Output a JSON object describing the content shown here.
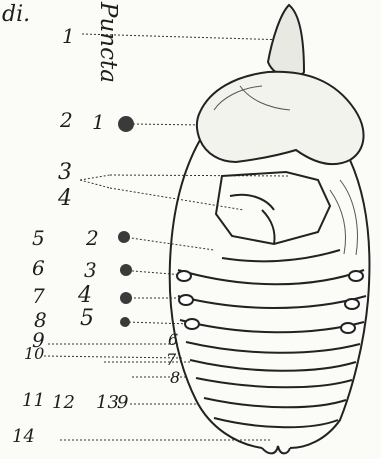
{
  "figure": {
    "heading": "Puncta",
    "left_fragment": "di.",
    "left_labels": [
      "1",
      "2",
      "1",
      "3",
      "4",
      "5",
      "2",
      "6",
      "3",
      "7",
      "4",
      "8",
      "5",
      "9",
      "6",
      "10",
      "7",
      "8",
      "11",
      "12",
      "13",
      "9",
      "14"
    ]
  }
}
